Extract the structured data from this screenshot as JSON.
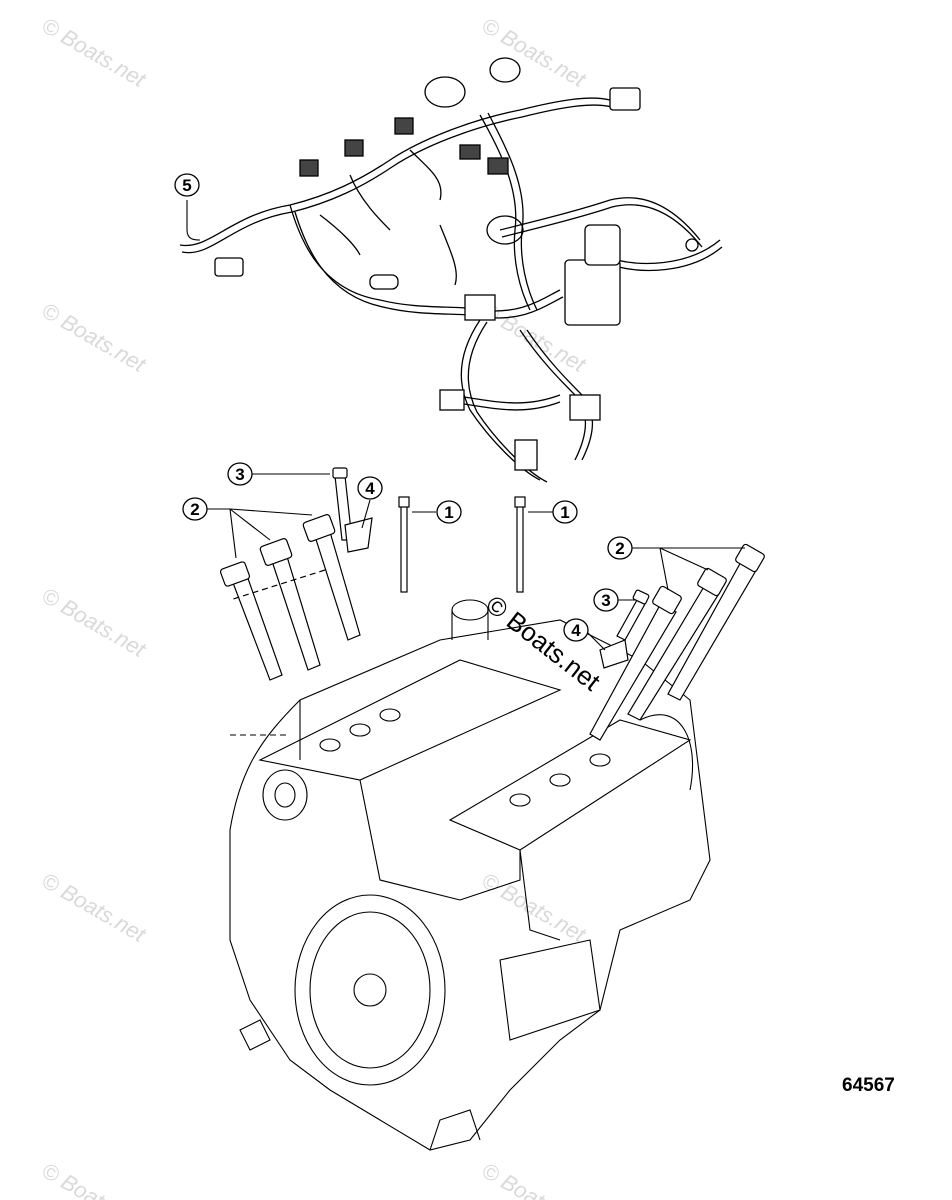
{
  "figure_number": "64567",
  "watermark_text": "© Boats.net",
  "callouts": [
    {
      "id": "c5",
      "label": "5"
    },
    {
      "id": "c3a",
      "label": "3"
    },
    {
      "id": "c4a",
      "label": "4"
    },
    {
      "id": "c2a",
      "label": "2"
    },
    {
      "id": "c1a",
      "label": "1"
    },
    {
      "id": "c1b",
      "label": "1"
    },
    {
      "id": "c2b",
      "label": "2"
    },
    {
      "id": "c3b",
      "label": "3"
    },
    {
      "id": "c4b",
      "label": "4"
    }
  ],
  "colors": {
    "line": "#000000",
    "watermark": "#d9d9d9",
    "background": "#ffffff"
  }
}
